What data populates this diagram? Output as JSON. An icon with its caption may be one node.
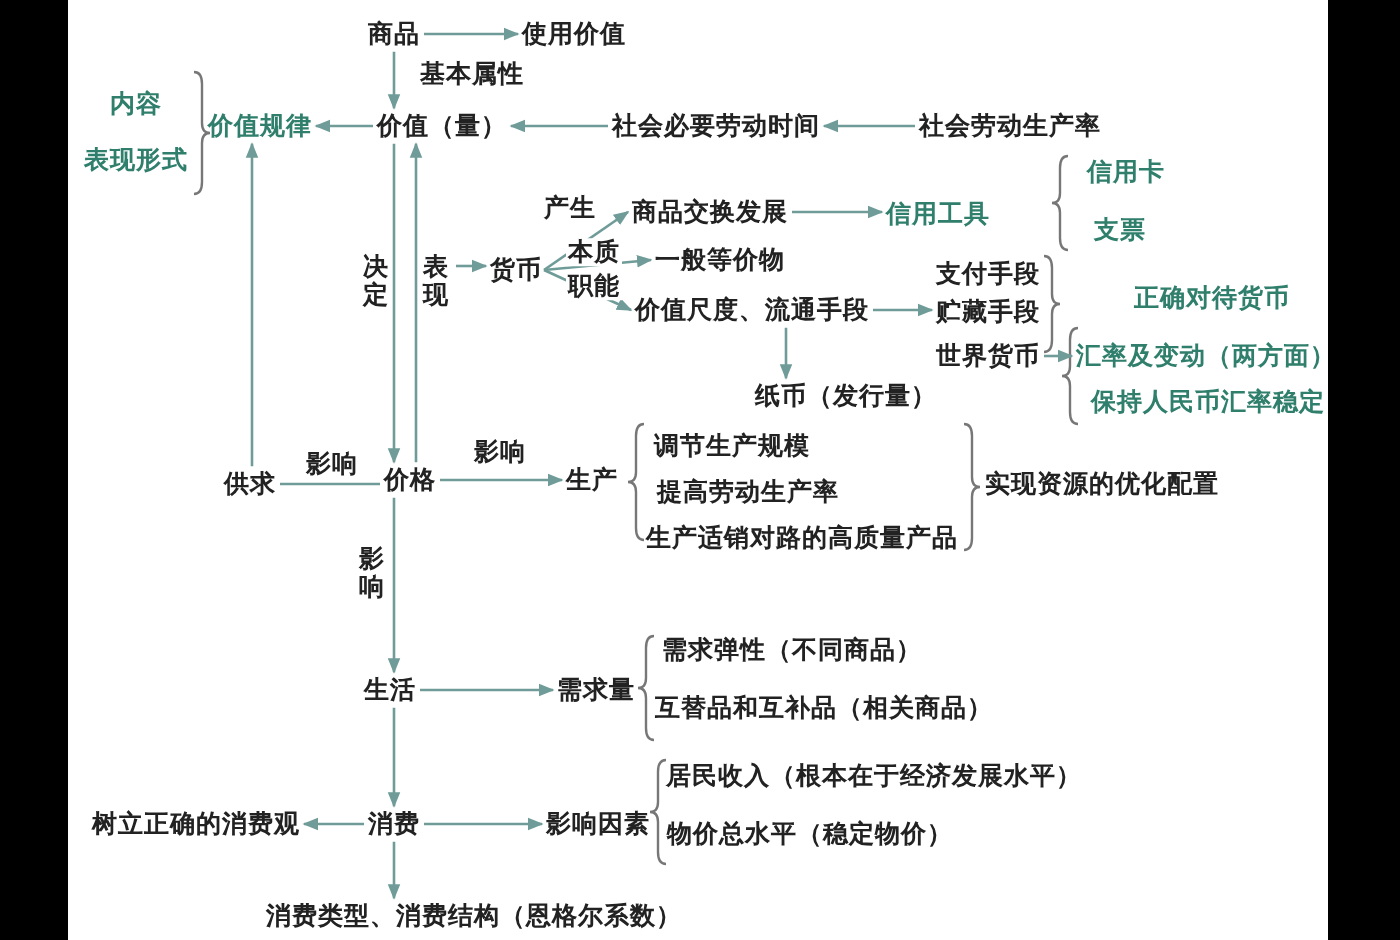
{
  "diagram": {
    "nodes": [
      {
        "text": [
          "商品"
        ]
      },
      {
        "text": [
          "使用价值"
        ]
      },
      {
        "text": [
          "价值（量）"
        ]
      },
      {
        "text": [
          "社会必要劳动时间"
        ]
      },
      {
        "text": [
          "社会劳动生产率"
        ]
      },
      {
        "text": [
          "价值规律"
        ]
      },
      {
        "text": [
          "货币"
        ]
      },
      {
        "text": [
          "商品交换发展"
        ]
      },
      {
        "text": [
          "一般等价物"
        ]
      },
      {
        "text": [
          "价值尺度、流通手段"
        ]
      },
      {
        "text": [
          "信用工具"
        ]
      },
      {
        "text": [
          "支付手段"
        ]
      },
      {
        "text": [
          "贮藏手段"
        ]
      },
      {
        "text": [
          "世界货币"
        ]
      },
      {
        "text": [
          "纸币（发行量）"
        ]
      },
      {
        "text": [
          "汇率及变动（两方面）"
        ]
      },
      {
        "text": [
          "价格"
        ]
      },
      {
        "text": [
          "供求"
        ]
      },
      {
        "text": [
          "生产"
        ]
      },
      {
        "text": [
          "生活"
        ]
      },
      {
        "text": [
          "需求量"
        ]
      },
      {
        "text": [
          "消费"
        ]
      },
      {
        "text": [
          "树立正确的消费观"
        ]
      },
      {
        "text": [
          "影响因素"
        ]
      },
      {
        "text": [
          "消费类型、消费结构（恩格尔系数）"
        ]
      }
    ],
    "edges": [
      {
        "from": 0,
        "to": 1,
        "arrow": "to"
      },
      {
        "from": 0,
        "to": 2,
        "arrow": "to",
        "label": "基本属性"
      },
      {
        "from": 2,
        "to": 5,
        "arrow": "to"
      },
      {
        "from": 3,
        "to": 2,
        "arrow": "to"
      },
      {
        "from": 4,
        "to": 3,
        "arrow": "to"
      },
      {
        "from": 2,
        "to": 16,
        "arrow": "to",
        "label": "决定"
      },
      {
        "from": 16,
        "to": 2,
        "arrow": "to"
      },
      {
        "from": null,
        "to": 6,
        "arrow": "to",
        "label": "表现"
      },
      {
        "from": 17,
        "to": 5,
        "arrow": "to"
      },
      {
        "from": 17,
        "to": 16,
        "arrow": "none",
        "label": "影响"
      },
      {
        "from": 6,
        "to": 7,
        "arrow": "to",
        "label": "产生"
      },
      {
        "from": 6,
        "to": 8,
        "arrow": "to",
        "label": "本质"
      },
      {
        "from": 6,
        "to": 9,
        "arrow": "to",
        "label": "职能"
      },
      {
        "from": 7,
        "to": 10,
        "arrow": "to"
      },
      {
        "from": 9,
        "to": 12,
        "arrow": "to"
      },
      {
        "from": 9,
        "to": 14,
        "arrow": "to"
      },
      {
        "from": 13,
        "to": 15,
        "arrow": "to"
      },
      {
        "from": 16,
        "to": 18,
        "arrow": "to",
        "label": "影响"
      },
      {
        "from": 16,
        "to": 19,
        "arrow": "to",
        "label": "影响"
      },
      {
        "from": 19,
        "to": 20,
        "arrow": "to"
      },
      {
        "from": 19,
        "to": 21,
        "arrow": "to"
      },
      {
        "from": 21,
        "to": 22,
        "arrow": "to"
      },
      {
        "from": 21,
        "to": 23,
        "arrow": "to"
      },
      {
        "from": 21,
        "to": 24,
        "arrow": "to"
      }
    ],
    "labels": [
      "内容",
      "表现形式",
      "信用卡",
      "支票",
      "正确对待货币",
      "保持人民币汇率稳定",
      "调节生产规模",
      "提高劳动生产率",
      "生产适销对路的高质量产品",
      "实现资源的优化配置",
      "需求弹性（不同商品）",
      "互替品和互补品（相关商品）",
      "居民收入（根本在于经济发展水平）",
      "物价总水平（稳定物价）"
    ]
  }
}
